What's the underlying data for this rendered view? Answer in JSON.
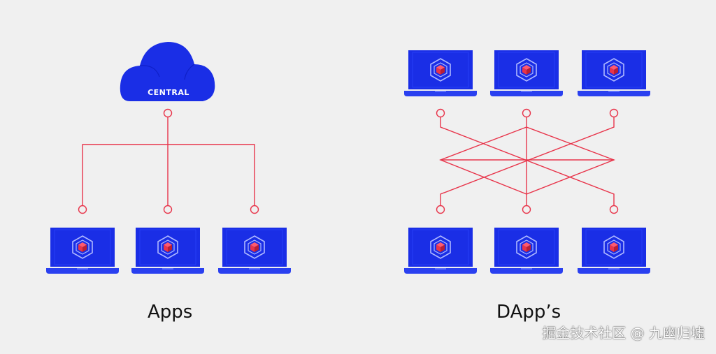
{
  "colors": {
    "background": "#f0f0f0",
    "device_blue": "#1a2ee6",
    "device_base": "#2a40f0",
    "connector_red": "#e8344a",
    "cube_red": "#e8344a",
    "cube_outline": "#aeb8ff"
  },
  "left": {
    "cloud_label": "CENTRAL",
    "caption": "Apps"
  },
  "right": {
    "caption": "DApp’s"
  },
  "icons": {
    "cloud": "cloud-icon",
    "laptop": "laptop-icon",
    "cube": "block-cube-icon",
    "connector_node": "circle-node-icon"
  },
  "watermark": "掘金技术社区 @ 九幽归墟"
}
